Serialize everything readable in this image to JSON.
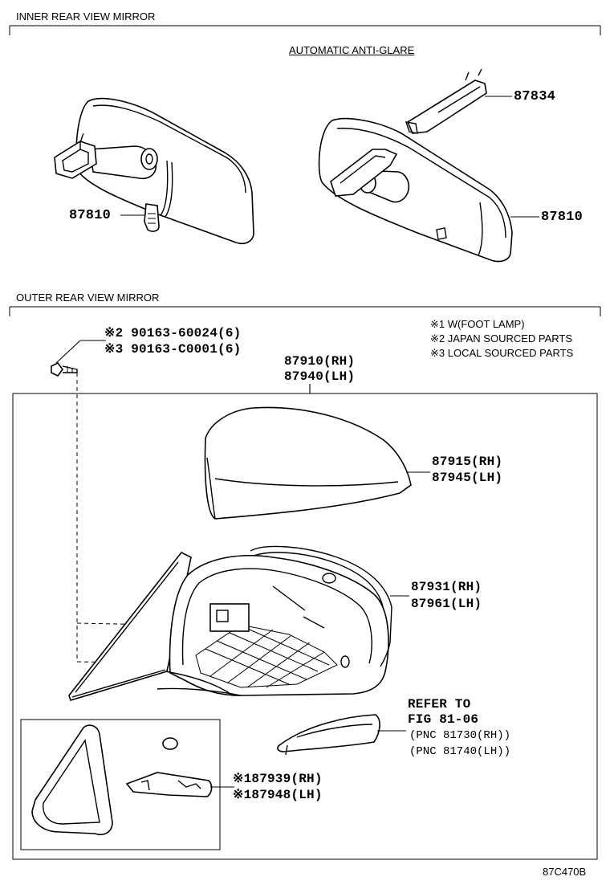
{
  "sections": {
    "inner_title": "INNER REAR VIEW MIRROR",
    "outer_title": "OUTER REAR VIEW MIRROR",
    "auto_anti_glare": "AUTOMATIC ANTI-GLARE"
  },
  "inner": {
    "bracket_part": "87834",
    "mirror_part_left": "87810",
    "mirror_part_right": "87810"
  },
  "notes": [
    "※1 W(FOOT LAMP)",
    "※2 JAPAN SOURCED PARTS",
    "※3 LOCAL SOURCED PARTS"
  ],
  "outer": {
    "screw_line1": "※2 90163-60024(6)",
    "screw_line2": "※3 90163-C0001(6)",
    "assy_rh": "87910(RH)",
    "assy_lh": "87940(LH)",
    "cover_rh": "87915(RH)",
    "cover_lh": "87945(LH)",
    "housing_rh": "87931(RH)",
    "housing_lh": "87961(LH)",
    "refer_to": "REFER TO",
    "refer_fig": "FIG 81-06",
    "refer_pnc_rh": "(PNC 81730(RH))",
    "refer_pnc_lh": "(PNC 81740(LH))",
    "lamp_rh": "※187939(RH)",
    "lamp_lh": "※187948(LH)"
  },
  "diagram_code": "87C470B"
}
